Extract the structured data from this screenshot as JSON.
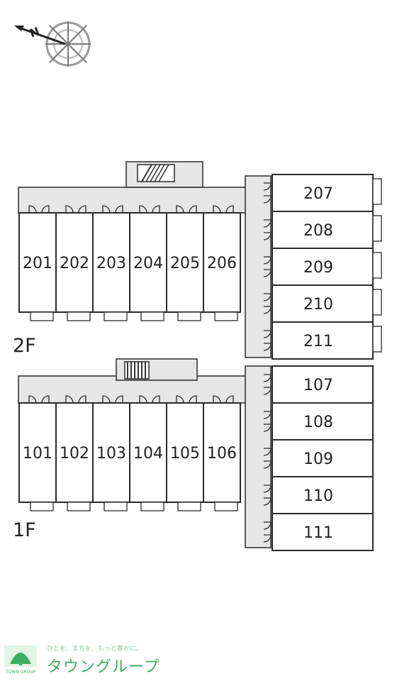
{
  "floors": [
    {
      "label": "2F",
      "west_units": [
        "201",
        "202",
        "203",
        "204",
        "205",
        "206"
      ],
      "east_units": [
        "207",
        "208",
        "209",
        "210",
        "211"
      ]
    },
    {
      "label": "1F",
      "west_units": [
        "101",
        "102",
        "103",
        "104",
        "105",
        "106"
      ],
      "east_units": [
        "107",
        "108",
        "109",
        "110",
        "111"
      ]
    }
  ],
  "compass": {
    "north_letter": "N",
    "icon": "compass-rose-icon"
  },
  "logo": {
    "tagline": "ひとを、まちを、もっと豊かに。",
    "name": "タウングループ",
    "small": "TOWN GROUP"
  },
  "colors": {
    "corridor": "#e6e6e6",
    "wall": "#2a2a2a",
    "logo_green": "#3fae5f"
  }
}
